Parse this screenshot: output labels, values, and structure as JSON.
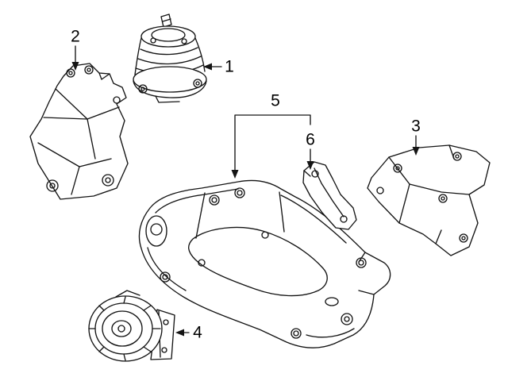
{
  "diagram": {
    "type": "exploded-parts-line-drawing",
    "colors": {
      "background": "#ffffff",
      "line": "#141414",
      "label": "#000000"
    },
    "callouts": [
      {
        "label": "1"
      },
      {
        "label": "2"
      },
      {
        "label": "3"
      },
      {
        "label": "4"
      },
      {
        "label": "5"
      },
      {
        "label": "6"
      }
    ]
  }
}
